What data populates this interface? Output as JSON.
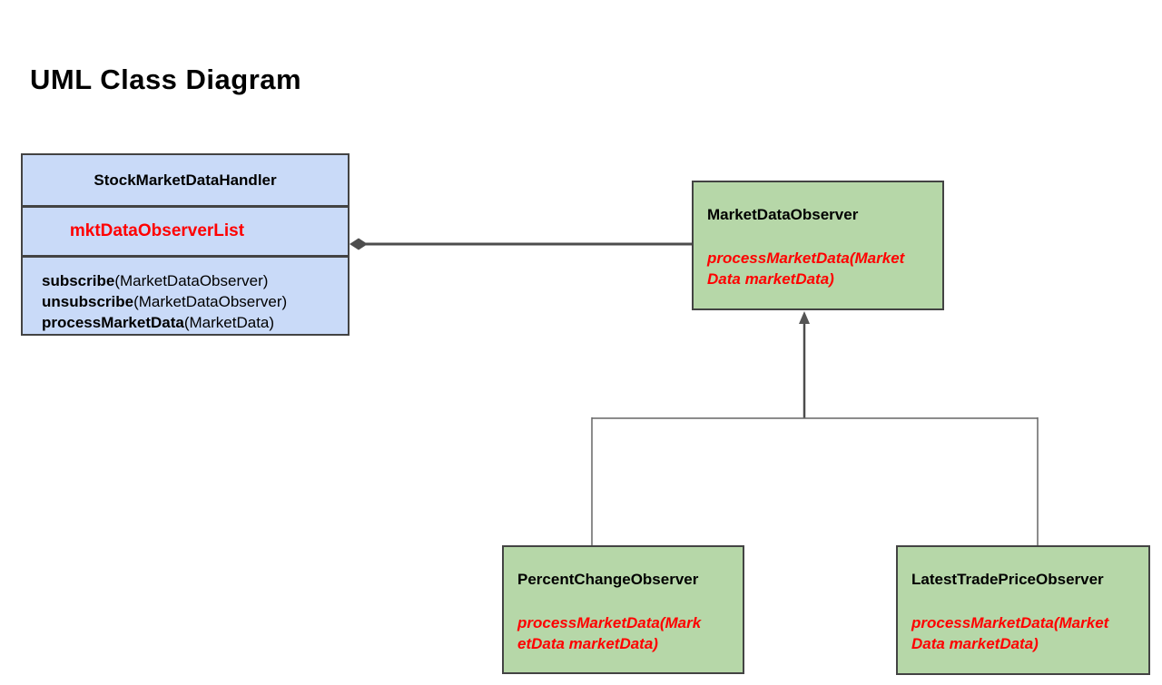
{
  "page": {
    "title": "UML Class Diagram"
  },
  "colors": {
    "handler_fill": "#c9daf8",
    "observer_fill": "#b6d7a8",
    "box_border": "#434343",
    "connector": "#4d4d4d",
    "branch_line": "#666666",
    "accent_red": "#ff0000",
    "text": "#000000",
    "background": "#ffffff"
  },
  "handler_class": {
    "name": "StockMarketDataHandler",
    "attribute": "mktDataObserverList",
    "methods": [
      {
        "name": "subscribe",
        "params": "(MarketDataObserver)"
      },
      {
        "name": "unsubscribe",
        "params": "(MarketDataObserver)"
      },
      {
        "name": "processMarketData",
        "params": "(MarketData)"
      }
    ]
  },
  "observer_interface": {
    "name": "MarketDataObserver",
    "method": "processMarketData(MarketData marketData)",
    "method_lines": [
      "processMarketData(Market",
      "Data marketData)"
    ]
  },
  "percent_change_observer": {
    "name": "PercentChangeObserver",
    "method": "processMarketData(MarketData marketData)",
    "method_lines": [
      "processMarketData(Mark",
      "etData marketData)"
    ]
  },
  "latest_trade_price_observer": {
    "name": "LatestTradePriceObserver",
    "method": "processMarketData(MarketData marketData)",
    "method_lines": [
      "processMarketData(Market",
      "Data marketData)"
    ]
  },
  "relationships": {
    "aggregation": "StockMarketDataHandler ◆— MarketDataObserver",
    "realizations": [
      "PercentChangeObserver → MarketDataObserver",
      "LatestTradePriceObserver → MarketDataObserver"
    ]
  }
}
